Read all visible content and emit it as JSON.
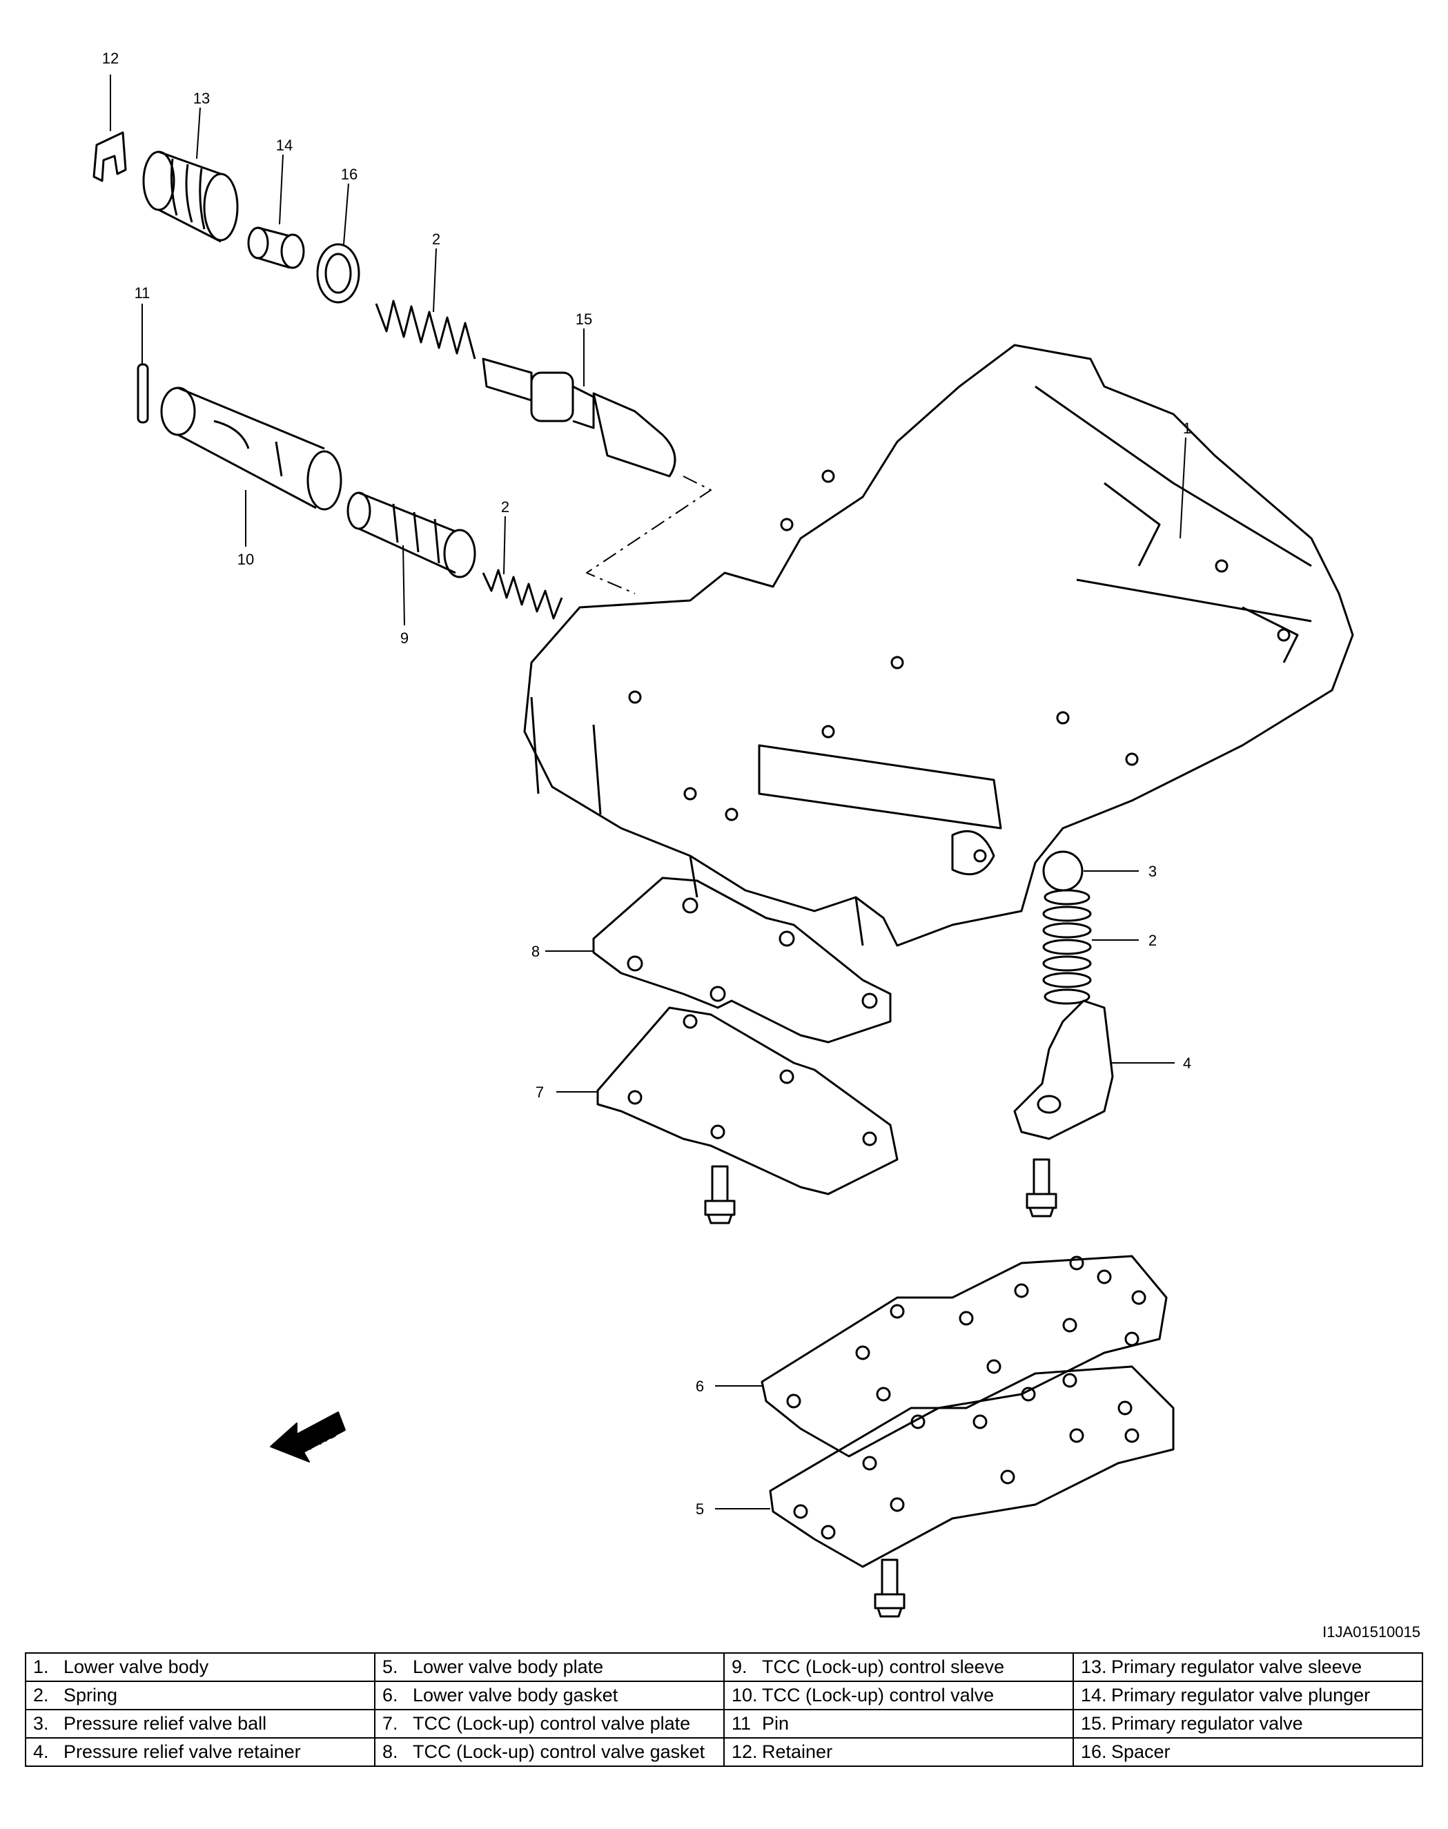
{
  "figure_code": "I1JA01510015",
  "callouts": [
    {
      "id": "c12",
      "text": "12"
    },
    {
      "id": "c13",
      "text": "13"
    },
    {
      "id": "c14",
      "text": "14"
    },
    {
      "id": "c16",
      "text": "16"
    },
    {
      "id": "c2a",
      "text": "2"
    },
    {
      "id": "c11",
      "text": "11"
    },
    {
      "id": "c15",
      "text": "15"
    },
    {
      "id": "c1",
      "text": "1"
    },
    {
      "id": "c10",
      "text": "10"
    },
    {
      "id": "c2b",
      "text": "2"
    },
    {
      "id": "c9",
      "text": "9"
    },
    {
      "id": "c3",
      "text": "3"
    },
    {
      "id": "c2c",
      "text": "2"
    },
    {
      "id": "c8",
      "text": "8"
    },
    {
      "id": "c4",
      "text": "4"
    },
    {
      "id": "c7",
      "text": "7"
    },
    {
      "id": "c6",
      "text": "6"
    },
    {
      "id": "c5",
      "text": "5"
    }
  ],
  "fwd_label": "FWD",
  "legend": [
    [
      {
        "num": "1.",
        "text": "Lower valve body"
      },
      {
        "num": "5.",
        "text": "Lower valve body plate"
      },
      {
        "num": "9.",
        "text": "TCC (Lock-up) control sleeve"
      },
      {
        "num": "13.",
        "text": "Primary regulator valve sleeve"
      }
    ],
    [
      {
        "num": "2.",
        "text": "Spring"
      },
      {
        "num": "6.",
        "text": "Lower valve body gasket"
      },
      {
        "num": "10.",
        "text": "TCC (Lock-up) control valve"
      },
      {
        "num": "14.",
        "text": "Primary regulator valve plunger"
      }
    ],
    [
      {
        "num": "3.",
        "text": "Pressure relief valve ball"
      },
      {
        "num": "7.",
        "text": "TCC (Lock-up) control valve plate"
      },
      {
        "num": "11",
        "text": "Pin"
      },
      {
        "num": "15.",
        "text": "Primary regulator valve"
      }
    ],
    [
      {
        "num": "4.",
        "text": "Pressure relief valve retainer"
      },
      {
        "num": "8.",
        "text": "TCC (Lock-up) control valve gasket"
      },
      {
        "num": "12.",
        "text": "Retainer"
      },
      {
        "num": "16.",
        "text": "Spacer"
      }
    ]
  ]
}
